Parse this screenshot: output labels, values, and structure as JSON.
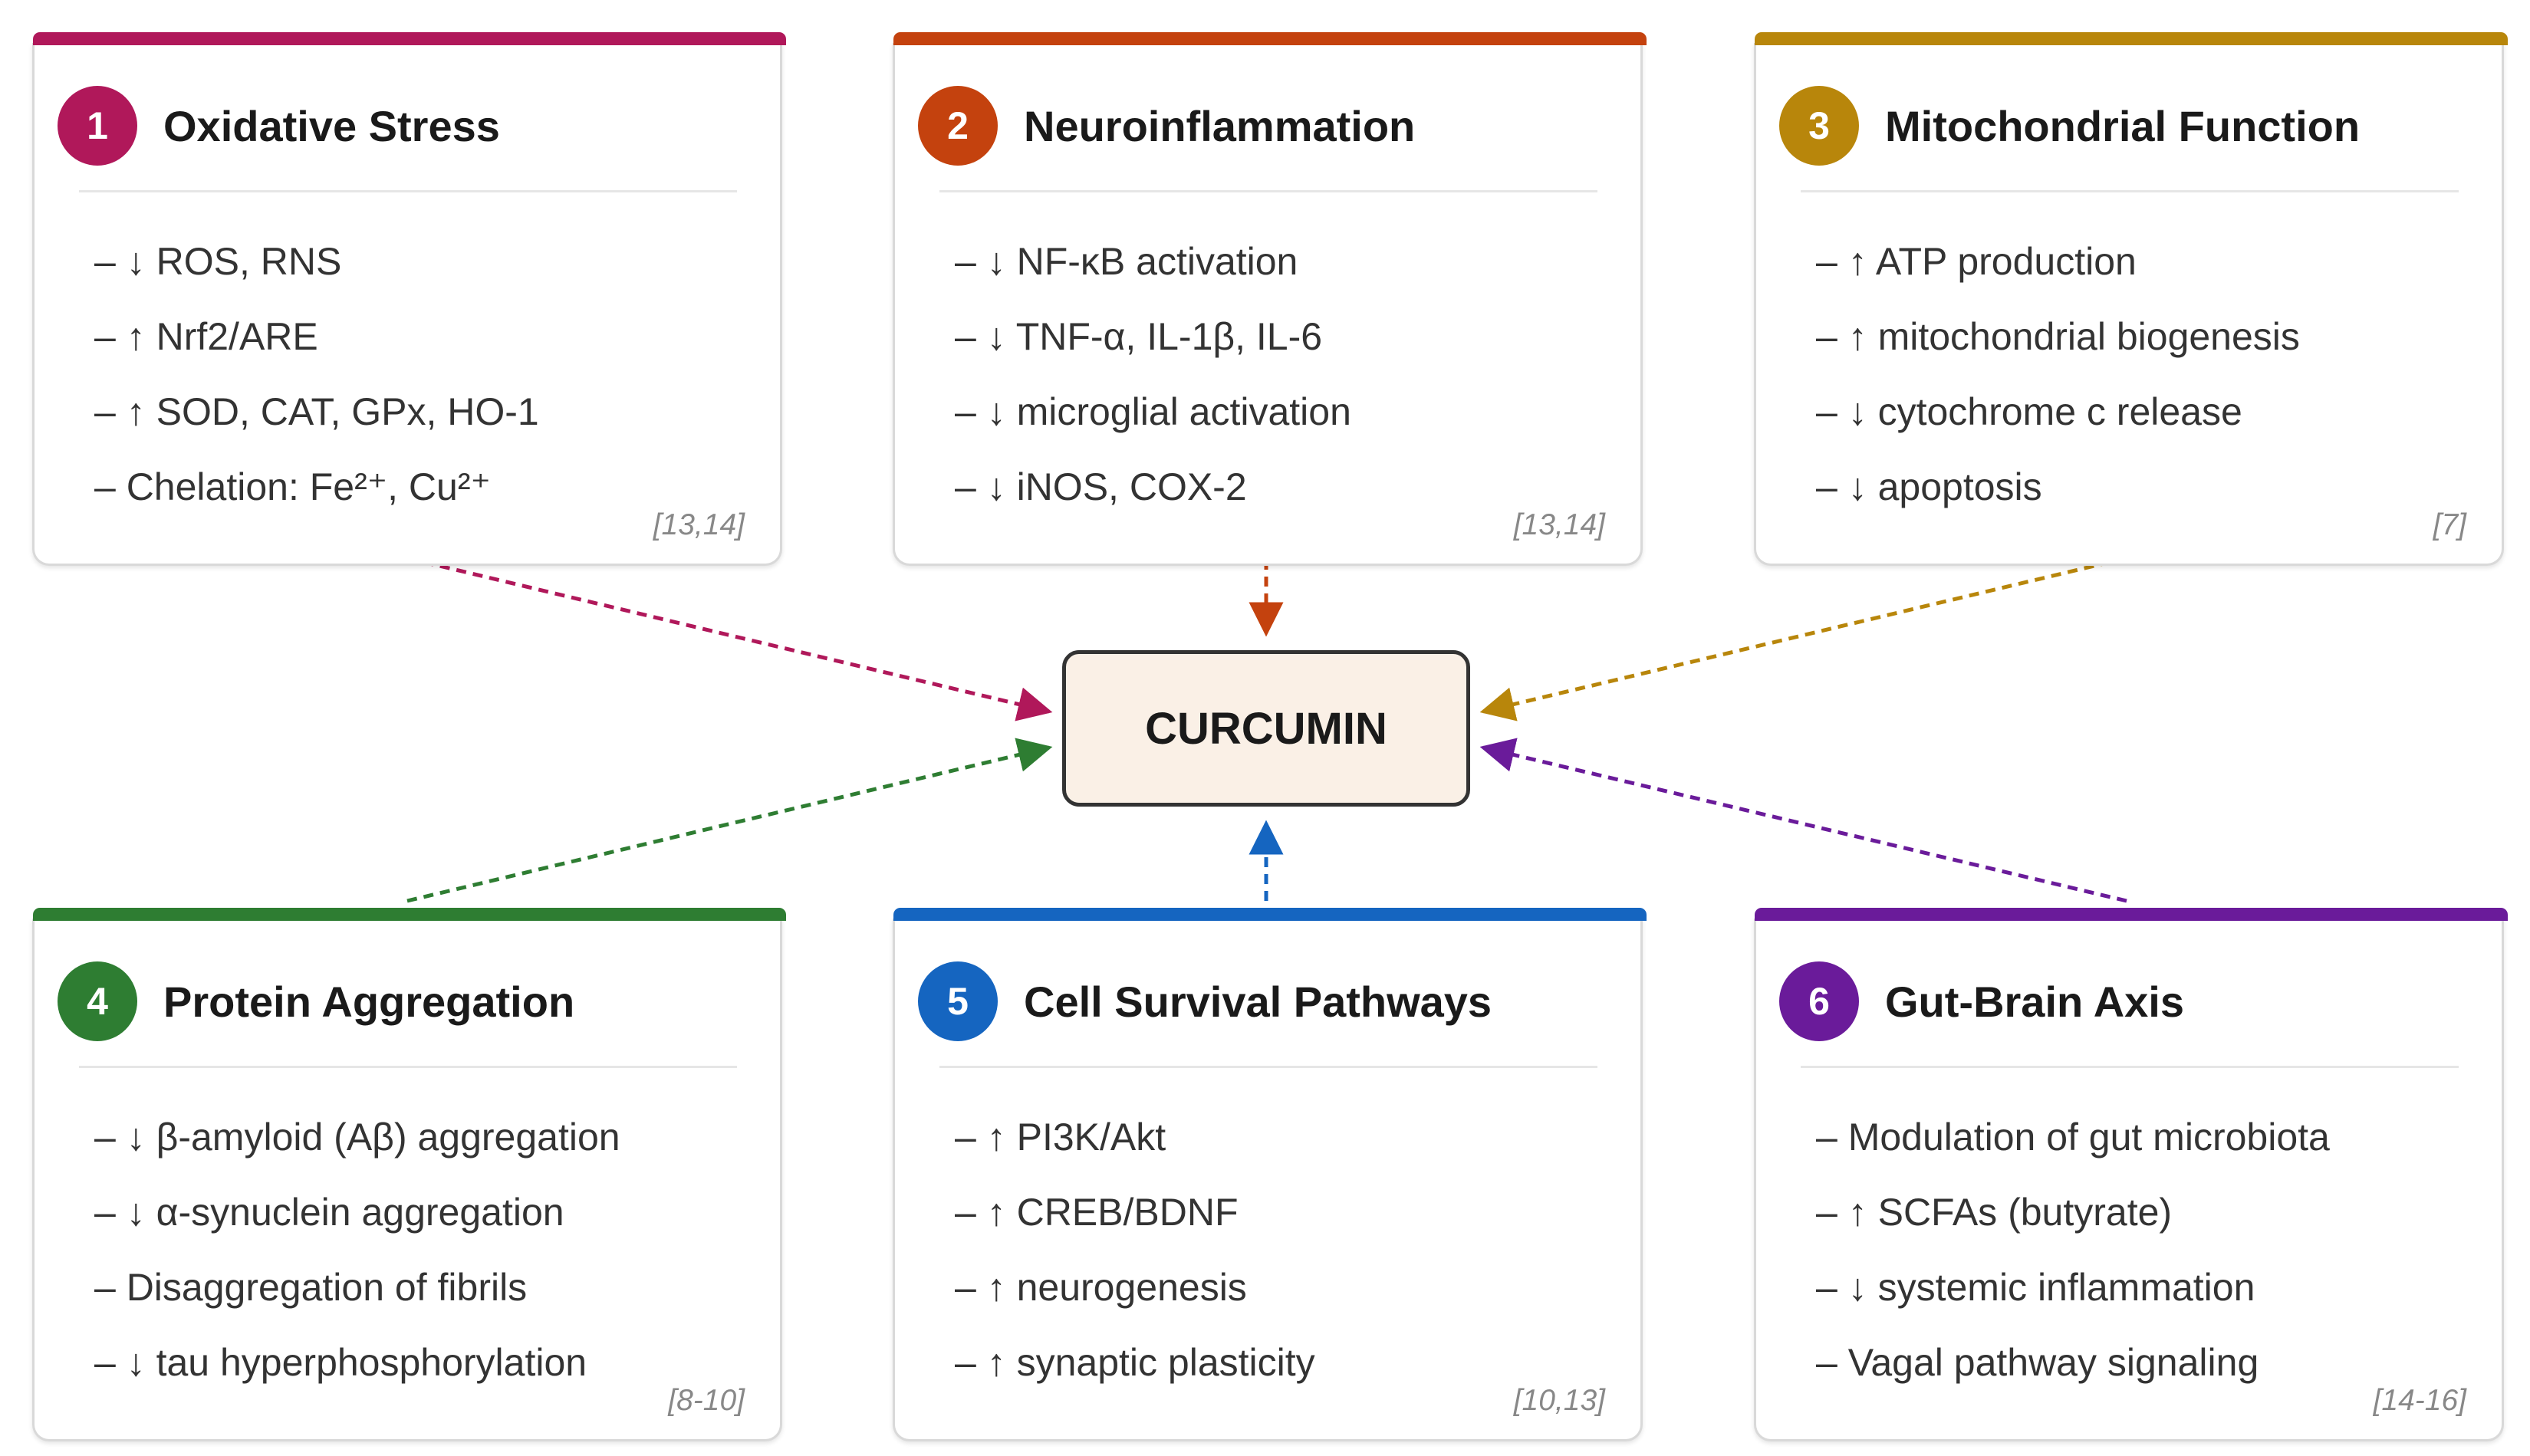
{
  "center_label": "CURCUMIN",
  "cards": [
    {
      "number": "1",
      "title": "Oxidative Stress",
      "color": "#b0185a",
      "items": [
        "– ↓ ROS, RNS",
        "– ↑ Nrf2/ARE",
        "– ↑ SOD, CAT, GPx, HO-1",
        "– Chelation: Fe²⁺, Cu²⁺"
      ],
      "ref": "[13,14]"
    },
    {
      "number": "2",
      "title": "Neuroinflammation",
      "color": "#c4420e",
      "items": [
        "– ↓ NF-κB activation",
        "– ↓ TNF-α, IL-1β, IL-6",
        "– ↓ microglial activation",
        "– ↓ iNOS, COX-2"
      ],
      "ref": "[13,14]"
    },
    {
      "number": "3",
      "title": "Mitochondrial Function",
      "color": "#b8860b",
      "items": [
        "– ↑ ATP production",
        "– ↑ mitochondrial biogenesis",
        "– ↓ cytochrome c release",
        "– ↓ apoptosis"
      ],
      "ref": "[7]"
    },
    {
      "number": "4",
      "title": "Protein Aggregation",
      "color": "#2e7d32",
      "items": [
        "– ↓ β-amyloid (Aβ) aggregation",
        "– ↓ α-synuclein aggregation",
        "– Disaggregation of fibrils",
        "– ↓ tau hyperphosphorylation"
      ],
      "ref": "[8-10]"
    },
    {
      "number": "5",
      "title": "Cell Survival Pathways",
      "color": "#1565c0",
      "items": [
        "– ↑ PI3K/Akt",
        "– ↑ CREB/BDNF",
        "– ↑ neurogenesis",
        "– ↑ synaptic plasticity"
      ],
      "ref": "[10,13]"
    },
    {
      "number": "6",
      "title": "Gut-Brain Axis",
      "color": "#6a1b9a",
      "items": [
        "– Modulation of gut microbiota",
        "– ↑ SCFAs (butyrate)",
        "– ↓ systemic inflammation",
        "– Vagal pathway signaling"
      ],
      "ref": "[14-16]"
    }
  ]
}
